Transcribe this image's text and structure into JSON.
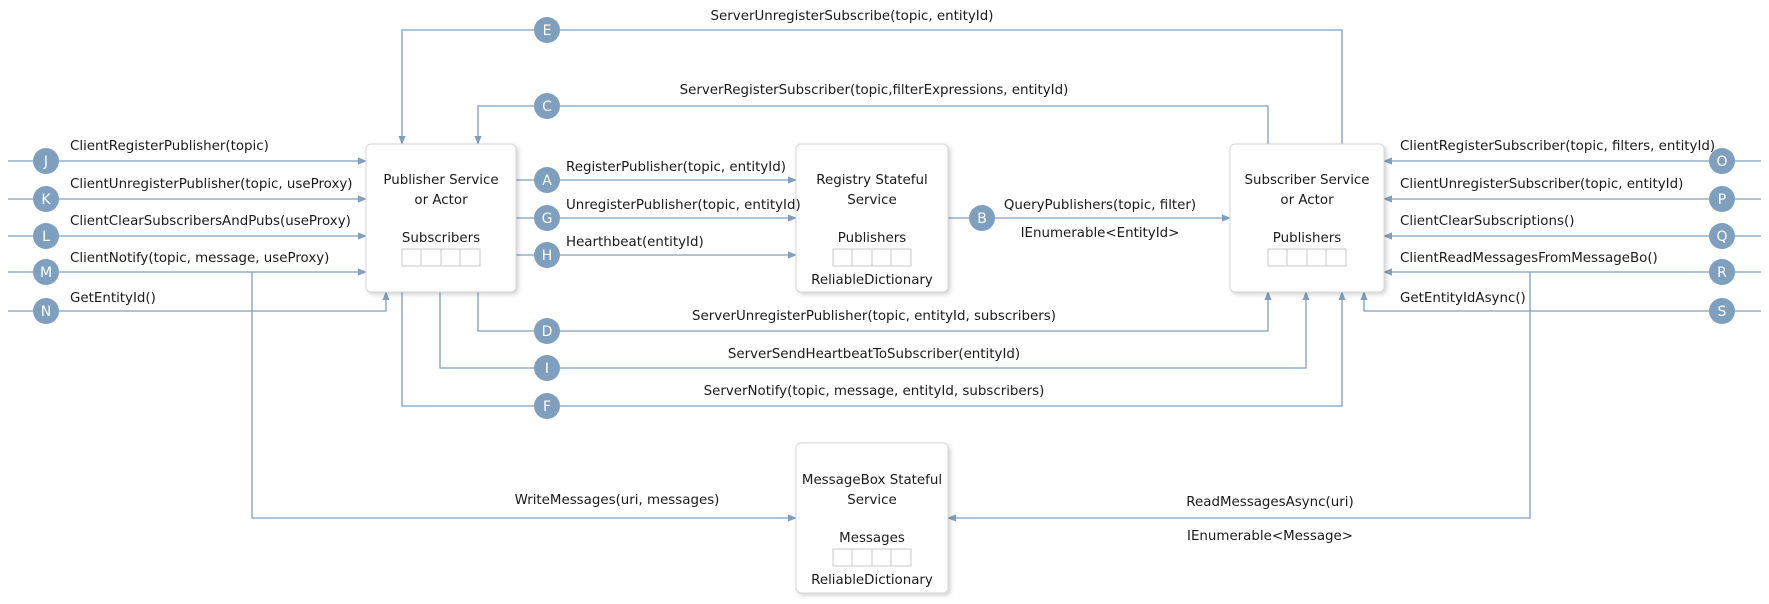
{
  "colors": {
    "line": "#7f9fbe",
    "marker": "#7f9fbe",
    "marker_text": "#ffffff",
    "box_border": "#d7d7d7",
    "text": "#1a1a1a"
  },
  "boxes": {
    "publisher": {
      "title1": "Publisher Service",
      "title2": "or Actor",
      "sub": "Subscribers"
    },
    "registry": {
      "title1": "Registry Stateful",
      "title2": "Service",
      "sub": "Publishers",
      "sub2": "ReliableDictionary"
    },
    "subscriber": {
      "title1": "Subscriber Service",
      "title2": "or Actor",
      "sub": "Publishers"
    },
    "messagebox": {
      "title1": "MessageBox Stateful",
      "title2": "Service",
      "sub": "Messages",
      "sub2": "ReliableDictionary"
    }
  },
  "markers": [
    "A",
    "B",
    "C",
    "D",
    "E",
    "F",
    "G",
    "H",
    "I",
    "J",
    "K",
    "L",
    "M",
    "N",
    "O",
    "P",
    "Q",
    "R",
    "S"
  ],
  "labels": {
    "E": "ServerUnregisterSubscribe(topic, entityId)",
    "C": "ServerRegisterSubscriber(topic,filterExpressions, entityId)",
    "J": "ClientRegisterPublisher(topic)",
    "K": "ClientUnregisterPublisher(topic, useProxy)",
    "L": "ClientClearSubscribersAndPubs(useProxy)",
    "M": "ClientNotify(topic, message, useProxy)",
    "N": "GetEntityId()",
    "A": "RegisterPublisher(topic, entityId)",
    "G": "UnregisterPublisher(topic, entityId)",
    "H": "Hearthbeat(entityId)",
    "B": "QueryPublishers(topic, filter)",
    "B_ret": "IEnumerable<EntityId>",
    "O": "ClientRegisterSubscriber(topic, filters, entityId)",
    "P": "ClientUnregisterSubscriber(topic, entityId)",
    "Q": "ClientClearSubscriptions()",
    "R": "ClientReadMessagesFromMessageBo()",
    "S": "GetEntityIdAsync()",
    "D": "ServerUnregisterPublisher(topic, entityId, subscribers)",
    "I": "ServerSendHeartbeatToSubscriber(entityId)",
    "F": "ServerNotify(topic, message, entityId, subscribers)",
    "write": "WriteMessages(uri, messages)",
    "read": "ReadMessagesAsync(uri)",
    "read_ret": "IEnumerable<Message>"
  }
}
